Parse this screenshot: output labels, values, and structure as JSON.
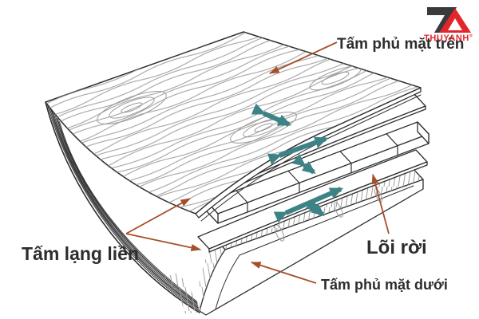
{
  "labels": {
    "top_sheet": "Tấm phủ mặt trên",
    "veneer": "Tấm lạng liền",
    "core": "Lõi rời",
    "bottom_sheet": "Tấm phủ mặt dưới"
  },
  "logo": {
    "name": "THUYANH",
    "reg": "®"
  },
  "diagram": {
    "type": "exploded-plywood-layers",
    "layers": [
      "Tấm phủ mặt trên",
      "Tấm lạng liền",
      "Lõi rời",
      "Tấm lạng liền",
      "Tấm phủ mặt dưới"
    ]
  },
  "colors": {
    "teal_arrow": "#3d8284",
    "annotation_arrow": "#a5502a",
    "line_art": "#2f2f2f",
    "grain": "#9b9b9b",
    "logo_red": "#e3262b",
    "logo_dark": "#3a3a3c",
    "text": "#2d2d2d"
  }
}
